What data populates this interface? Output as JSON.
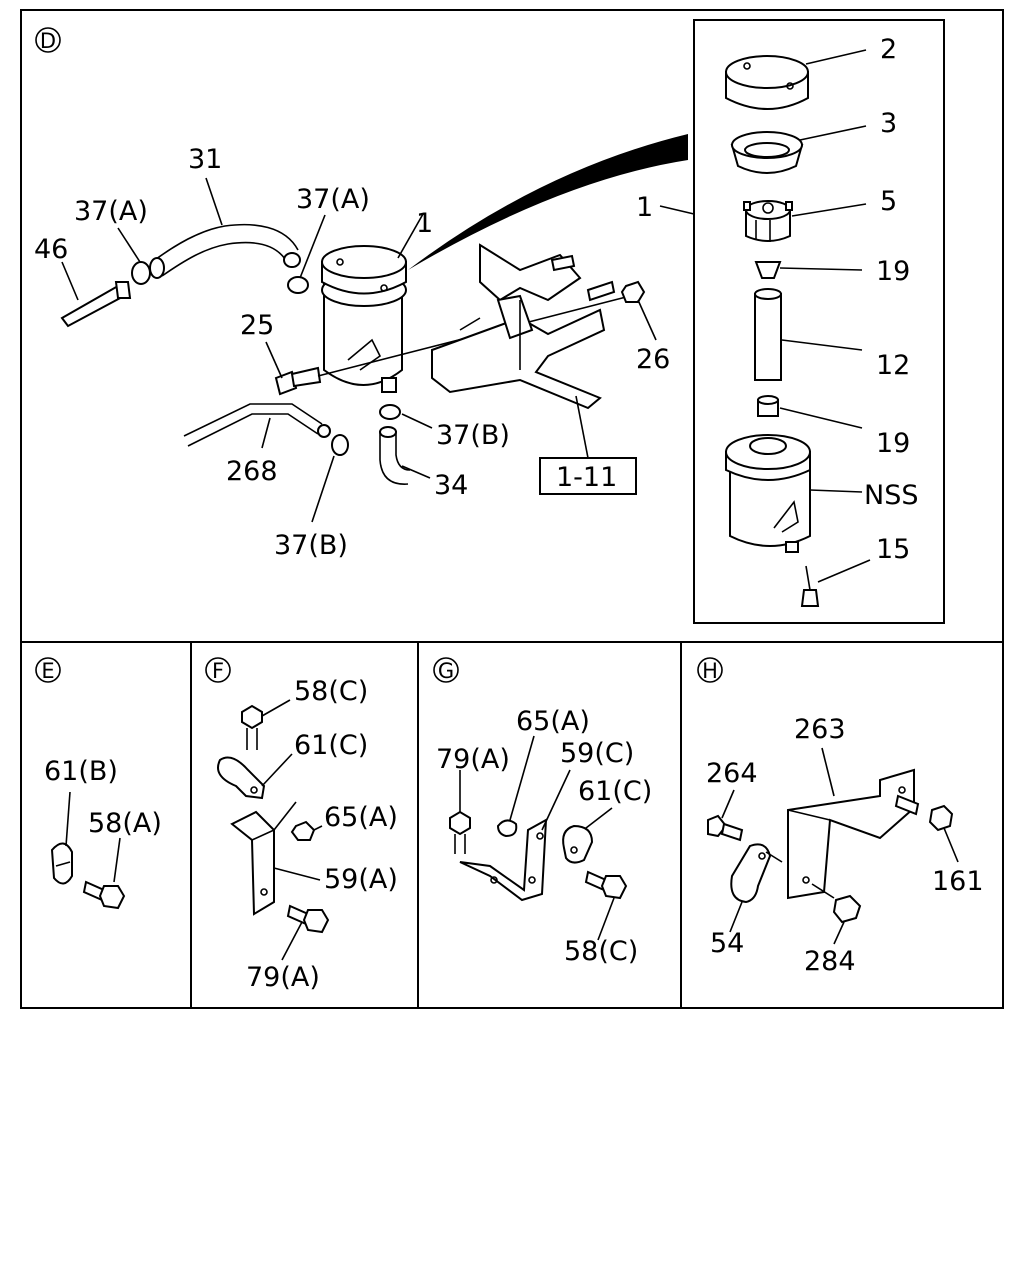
{
  "sections": {
    "D": "D",
    "E": "E",
    "F": "F",
    "G": "G",
    "H": "H"
  },
  "labels": {
    "d_31": "31",
    "d_37a_1": "37(A)",
    "d_37a_2": "37(A)",
    "d_46": "46",
    "d_1": "1",
    "d_25": "25",
    "d_26": "26",
    "d_37b_1": "37(B)",
    "d_268": "268",
    "d_34": "34",
    "d_37b_2": "37(B)",
    "d_ref": "1-11",
    "x_1": "1",
    "x_2": "2",
    "x_3": "3",
    "x_5": "5",
    "x_19a": "19",
    "x_12": "12",
    "x_19b": "19",
    "x_nss": "NSS",
    "x_15": "15",
    "e_61b": "61(B)",
    "e_58a": "58(A)",
    "f_58c": "58(C)",
    "f_61c": "61(C)",
    "f_65a": "65(A)",
    "f_59a": "59(A)",
    "f_79a": "79(A)",
    "g_65a": "65(A)",
    "g_79a": "79(A)",
    "g_59c": "59(C)",
    "g_61c": "61(C)",
    "g_58c": "58(C)",
    "h_263": "263",
    "h_264": "264",
    "h_161": "161",
    "h_54": "54",
    "h_284": "284"
  }
}
